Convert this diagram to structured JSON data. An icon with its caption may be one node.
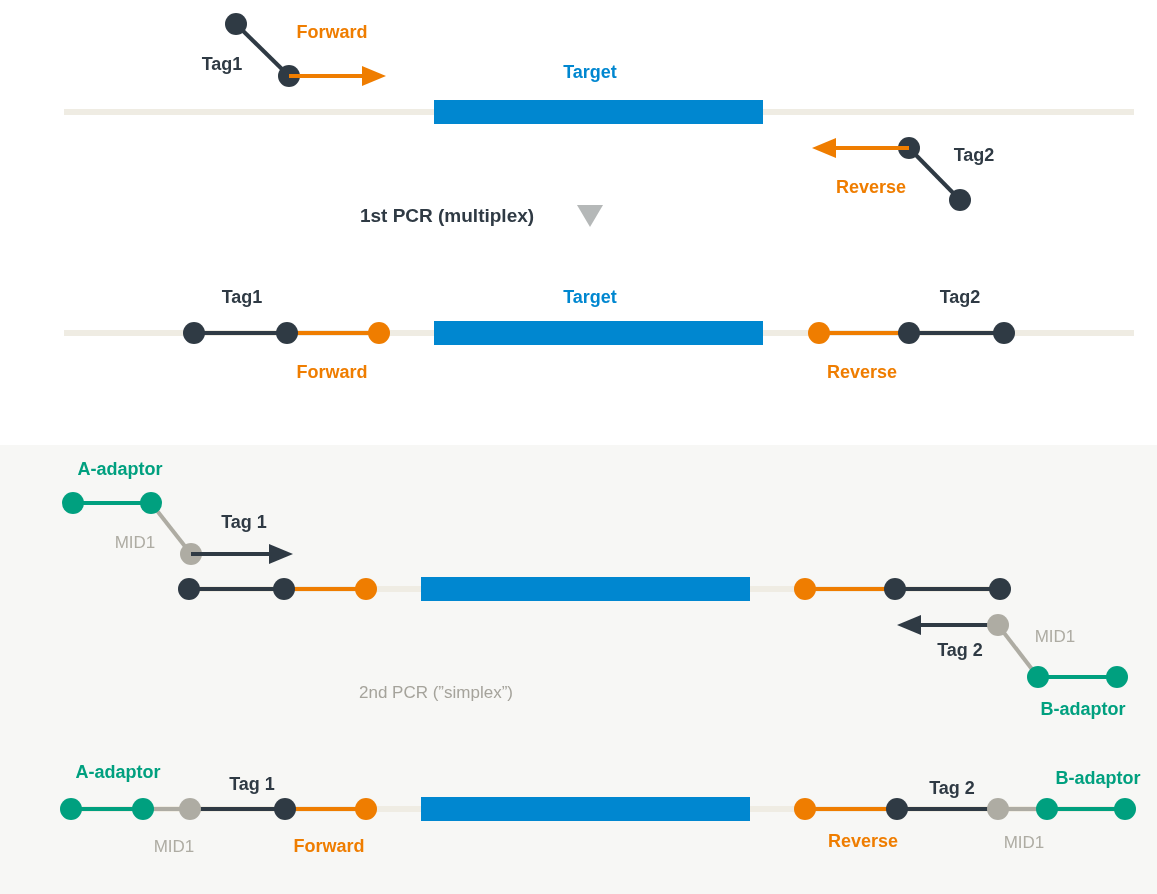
{
  "diagram": {
    "labels": [
      "Forward",
      "Tag1",
      "Target",
      "Tag2",
      "Reverse",
      "1st PCR (multiplex)",
      "Tag1",
      "Target",
      "Tag2",
      "Forward",
      "Reverse",
      "A-adaptor",
      "MID1",
      "Tag 1",
      "MID1",
      "Tag 2",
      "2nd PCR (”simplex”)",
      "B-adaptor",
      "A-adaptor",
      "Tag 1",
      "Tag 2",
      "B-adaptor",
      "MID1",
      "Forward",
      "Reverse",
      "MID1"
    ]
  }
}
